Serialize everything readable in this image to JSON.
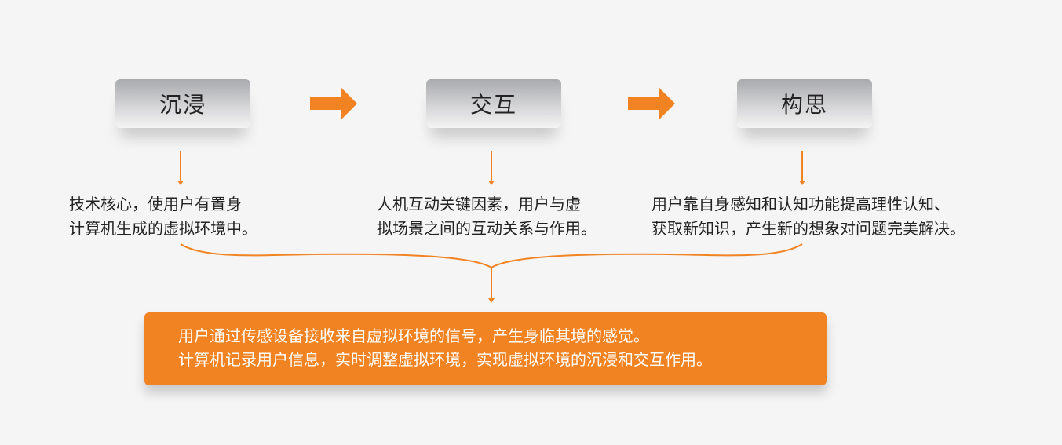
{
  "stages": [
    {
      "label": "沉浸",
      "desc": [
        "技术核心，使用户有置身",
        "计算机生成的虚拟环境中。"
      ]
    },
    {
      "label": "交互",
      "desc": [
        "人机互动关键因素，用户与虚",
        "拟场景之间的互动关系与作用。"
      ]
    },
    {
      "label": "构思",
      "desc": [
        "用户靠自身感知和认知功能提高理性认知、",
        "获取新知识，产生新的想象对问题完美解决。"
      ]
    }
  ],
  "summary": [
    "用户通过传感设备接收来自虚拟环境的信号，产生身临其境的感觉。",
    "计算机记录用户信息，实时调整虚拟环境，实现虚拟环境的沉浸和交互作用。"
  ],
  "colors": {
    "accent": "#f28322"
  }
}
